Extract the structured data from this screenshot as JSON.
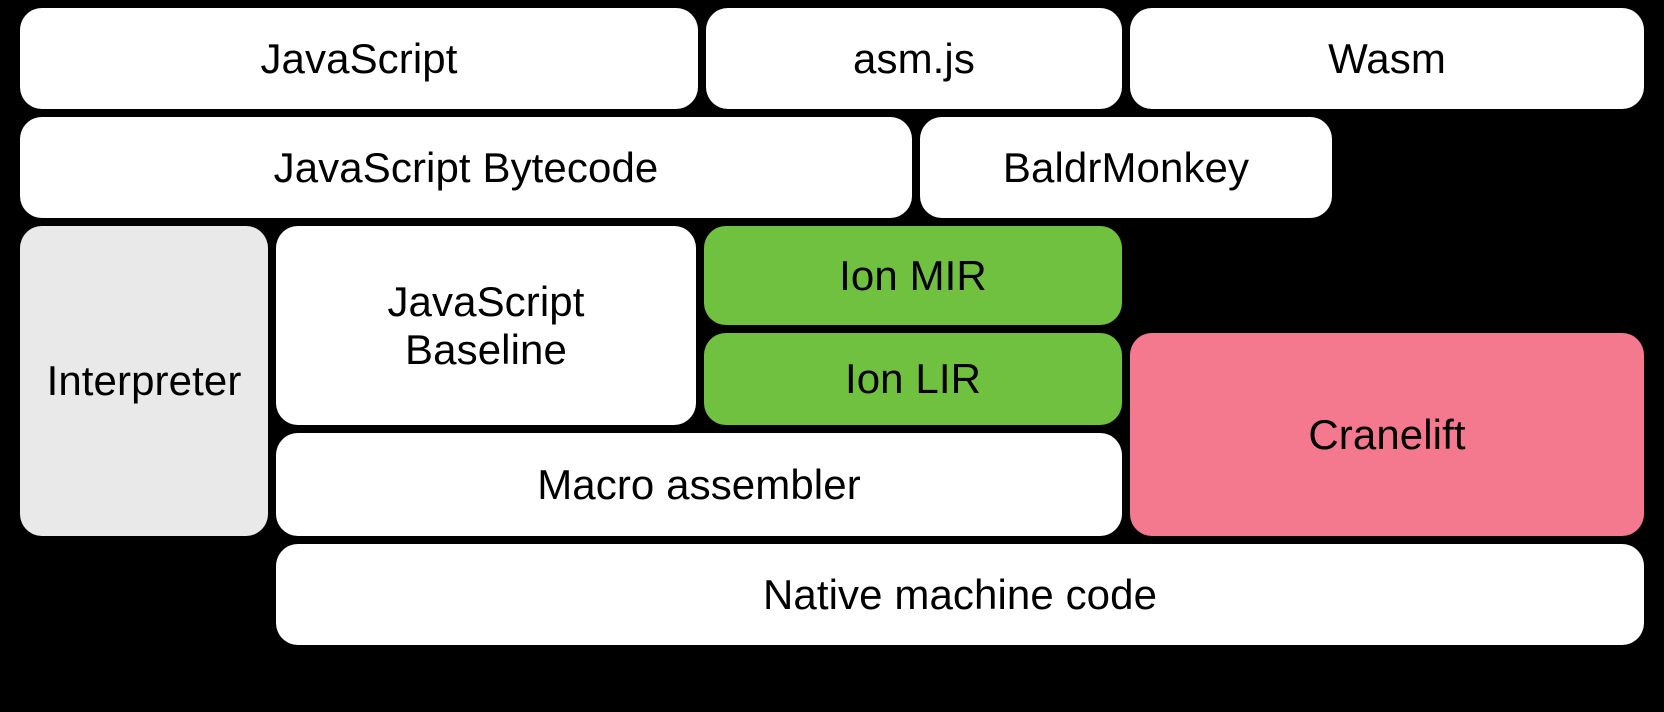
{
  "diagram": {
    "title": "SpiderMonkey JavaScript and WebAssembly compilation pipeline",
    "background_color": "#000000",
    "palette": {
      "white": "#ffffff",
      "gray": "#e9e9e9",
      "green": "#6fc13f",
      "pink": "#f4798e",
      "text": "#000000"
    },
    "rows": [
      {
        "name": "source-languages",
        "nodes": [
          {
            "id": "javascript",
            "label": "JavaScript",
            "color": "white"
          },
          {
            "id": "asmjs",
            "label": "asm.js",
            "color": "white"
          },
          {
            "id": "wasm",
            "label": "Wasm",
            "color": "white"
          }
        ]
      },
      {
        "name": "intermediate-formats",
        "nodes": [
          {
            "id": "js-bytecode",
            "label": "JavaScript Bytecode",
            "color": "white"
          },
          {
            "id": "baldrmonkey",
            "label": "BaldrMonkey",
            "color": "white"
          }
        ]
      },
      {
        "name": "execution-tiers",
        "nodes": [
          {
            "id": "interpreter",
            "label": "Interpreter",
            "color": "gray"
          },
          {
            "id": "js-baseline",
            "label": "JavaScript\nBaseline",
            "color": "white"
          },
          {
            "id": "ion-mir",
            "label": "Ion MIR",
            "color": "green"
          },
          {
            "id": "ion-lir",
            "label": "Ion LIR",
            "color": "green"
          },
          {
            "id": "cranelift",
            "label": "Cranelift",
            "color": "pink"
          },
          {
            "id": "macro-assembler",
            "label": "Macro assembler",
            "color": "white"
          }
        ]
      },
      {
        "name": "output",
        "nodes": [
          {
            "id": "native-code",
            "label": "Native machine code",
            "color": "white"
          }
        ]
      }
    ],
    "labels": {
      "javascript": "JavaScript",
      "asmjs": "asm.js",
      "wasm": "Wasm",
      "js_bytecode": "JavaScript Bytecode",
      "baldrmonkey": "BaldrMonkey",
      "interpreter": "Interpreter",
      "js_baseline": "JavaScript\nBaseline",
      "ion_mir": "Ion MIR",
      "ion_lir": "Ion LIR",
      "cranelift": "Cranelift",
      "macro_assembler": "Macro assembler",
      "native_code": "Native machine code"
    }
  }
}
